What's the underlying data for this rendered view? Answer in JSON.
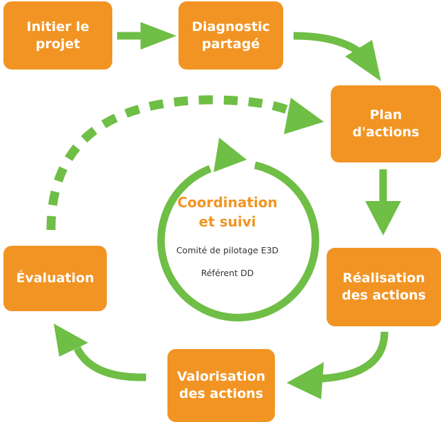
{
  "steps": {
    "initier": [
      "Initier le",
      "projet"
    ],
    "diagnostic": [
      "Diagnostic",
      "partagé"
    ],
    "plan": [
      "Plan d'actions"
    ],
    "realisation": [
      "Réalisation",
      "des actions"
    ],
    "valorisation": [
      "Valorisation",
      "des actions"
    ],
    "evaluation": [
      "Évaluation"
    ]
  },
  "center": {
    "title_line1": "Coordination",
    "title_line2": "et suivi",
    "sub1": "Comité de pilotage E3D",
    "sub2": "Référent DD"
  },
  "colors": {
    "box": "#f29423",
    "arrow": "#6fbe45",
    "box_text": "#ffffff",
    "center_title": "#f29423",
    "center_sub": "#333333"
  }
}
